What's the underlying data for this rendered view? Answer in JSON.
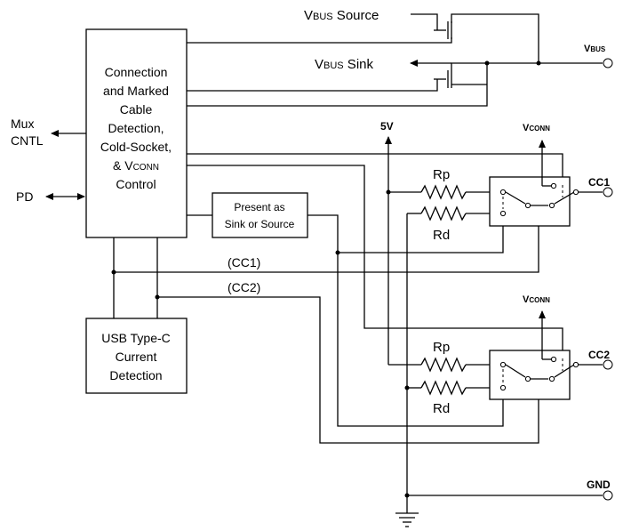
{
  "vbus_source": {
    "main": "V",
    "sub": "BUS",
    "rest": " Source"
  },
  "vbus_sink": {
    "main": "V",
    "sub": "BUS",
    "rest": " Sink"
  },
  "vbus_out": {
    "main": "V",
    "sub": "BUS"
  },
  "control_block": {
    "lines": [
      "Connection",
      "and Marked",
      "Cable",
      "Detection,",
      "Cold-Socket,"
    ],
    "vconn_prefix": "& V",
    "vconn_sub": "CONN",
    "last_line": "Control"
  },
  "mux": [
    "Mux",
    "CNTL"
  ],
  "pd": "PD",
  "present_box": [
    "Present as",
    "Sink or Source"
  ],
  "current_block": [
    "USB Type-C",
    "Current",
    "Detection"
  ],
  "five_v": "5V",
  "vconn1": {
    "main": "V",
    "sub": "CONN"
  },
  "vconn2": {
    "main": "V",
    "sub": "CONN"
  },
  "rp1": "Rp",
  "rd1": "Rd",
  "rp2": "Rp",
  "rd2": "Rd",
  "cc1": "CC1",
  "cc2": "CC2",
  "cc1_bus": "(CC1)",
  "cc2_bus": "(CC2)",
  "gnd": "GND"
}
